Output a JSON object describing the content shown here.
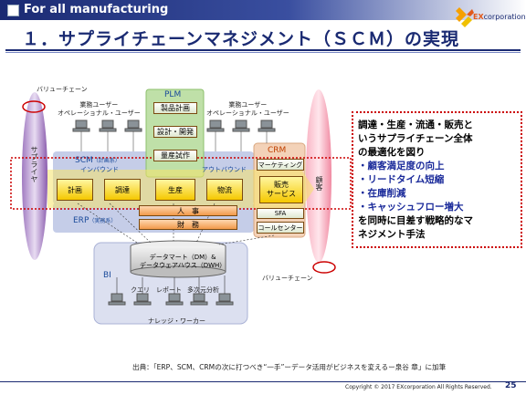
{
  "header": {
    "section_label": "For all manufacturing"
  },
  "logo": {
    "ex": "EX",
    "corp": "corporation"
  },
  "slide": {
    "title": "１．サプライチェーンマネジメント（ＳＣＭ）の実現",
    "page_number": "25",
    "copyright": "Copyright © 2017  EXcorporation All Rights Reserved.",
    "source": "出典：「ERP、SCM、CRMの次に打つべき“一手”ーデータ活用がビジネスを変えるー泉谷 章」に加筆"
  },
  "diagram": {
    "value_chain_top": "バリューチェーン",
    "value_chain_bottom": "バリューチェーン",
    "supplier": "サプライヤ",
    "customer": "顧客",
    "user_left": "業務ユーザー\nオペレーショナル・ユーザー",
    "user_right": "業務ユーザー\nオペレーショナル・ユーザー",
    "plm": {
      "title": "PLM",
      "items": [
        "製品計画",
        "設計・開発",
        "量産試作"
      ]
    },
    "scm": {
      "title": "SCM",
      "title_note": "（計画系）",
      "inbound": "インバウンド",
      "outbound": "アウトバウンド"
    },
    "chain_boxes": [
      "計画",
      "調達",
      "生産",
      "物流",
      "販売\nサービス"
    ],
    "erp": {
      "title": "ERP",
      "title_note": "（実務系）",
      "hr": "人　事",
      "finance": "財　務"
    },
    "crm": {
      "title": "CRM",
      "items": [
        "マーケティング",
        "SFA",
        "コールセンター"
      ]
    },
    "bi": {
      "title": "BI",
      "dw": "データマート（DM）&\nデータウェアハウス（DWH）",
      "tools": [
        "クエリ",
        "レポート",
        "多次元分析"
      ],
      "knowledge_worker": "ナレッジ・ワーカー"
    }
  },
  "note": {
    "lines": [
      "調達・生産・流通・販売と",
      "いうサプライチェーン全体",
      "の最適化を図り",
      "・顧客満足度の向上",
      "・リードタイム短縮",
      "・在庫削減",
      "・キャッシュフロー増大",
      "を同時に目差す戦略的なマ",
      "ネジメント手法"
    ]
  },
  "colors": {
    "navy": "#1a2a72",
    "accent_red": "#cc0000",
    "note_blue": "#1a2a9a",
    "scm_panel": "#c5cde8",
    "plm_panel": "#bfe0a8",
    "crm_panel": "#f3d2b8"
  }
}
